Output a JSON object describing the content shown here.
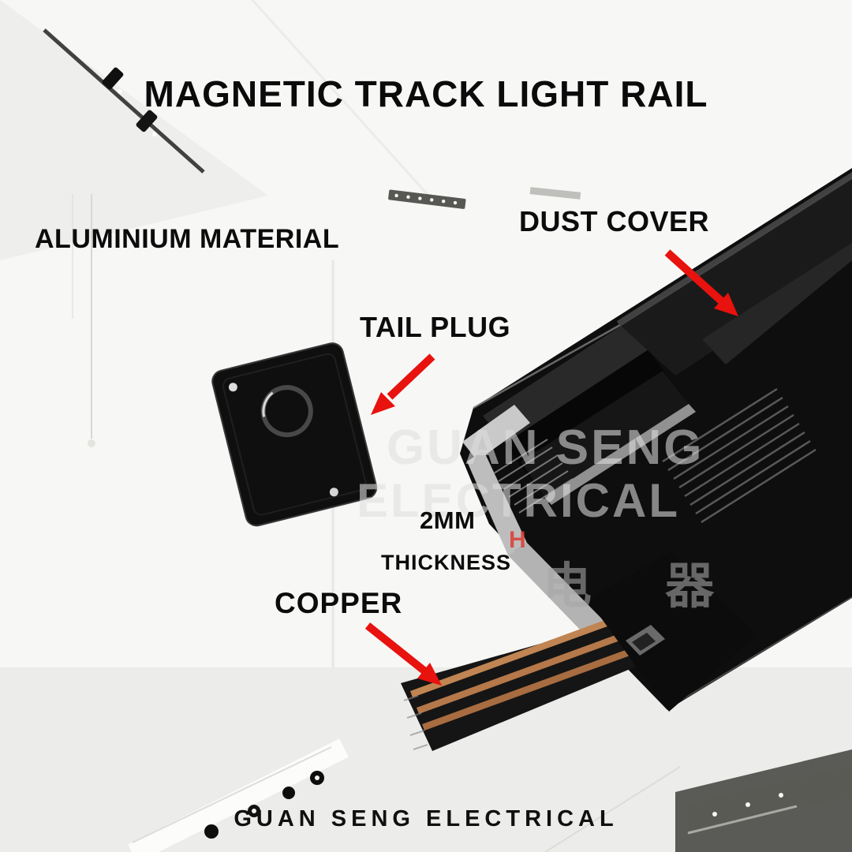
{
  "title": "MAGNETIC TRACK LIGHT RAIL",
  "callouts": {
    "aluminium_material": "ALUMINIUM MATERIAL",
    "dust_cover": "DUST COVER",
    "tail_plug": "TAIL PLUG",
    "thickness_value": "2MM",
    "thickness_label": "THICKNESS",
    "copper": "COPPER"
  },
  "watermark": {
    "line1": "GUAN SENG",
    "line2": "ELECTRICAL",
    "cjk": "电 器",
    "red_mark": "H"
  },
  "footer": {
    "brand": "GUAN SENG ELECTRICAL"
  },
  "colors": {
    "arrow_red": "#e8120e",
    "rail_black": "#0e0e0e",
    "copper": "#c08552",
    "aluminium_edge": "#c9c9c9",
    "background": "#f7f7f6",
    "text": "#0c0c0c"
  }
}
